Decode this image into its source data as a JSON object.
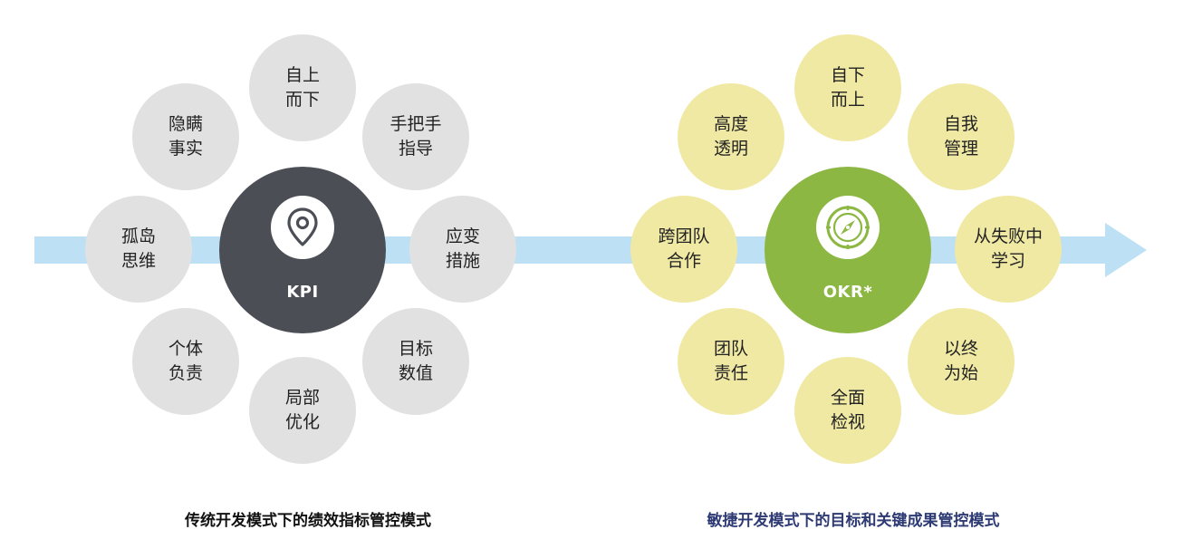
{
  "left_diagram": {
    "hub_label": "KPI",
    "hub_icon": "map-pin-icon",
    "hub_color": "#4b4f55",
    "bubble_color": "#e1e1e1",
    "bubbles": {
      "top": "自上\n而下",
      "top_right": "手把手\n指导",
      "right": "应变\n措施",
      "bottom_right": "目标\n数值",
      "bottom": "局部\n优化",
      "bottom_left": "个体\n负责",
      "left": "孤岛\n思维",
      "top_left": "隐瞒\n事实"
    },
    "caption": "传统开发模式下的绩效指标管控模式"
  },
  "right_diagram": {
    "hub_label": "OKR*",
    "hub_icon": "compass-icon",
    "hub_color": "#8db743",
    "bubble_color": "#f0e9a4",
    "bubbles": {
      "top": "自下\n而上",
      "top_right": "自我\n管理",
      "right": "从失败中\n学习",
      "bottom_right": "以终\n为始",
      "bottom": "全面\n检视",
      "bottom_left": "团队\n责任",
      "left": "跨团队\n合作",
      "top_left": "高度\n透明"
    },
    "caption": "敏捷开发模式下的目标和关键成果管控模式",
    "caption_color": "#2d3a73"
  },
  "arrow_color": "#bde0f5"
}
